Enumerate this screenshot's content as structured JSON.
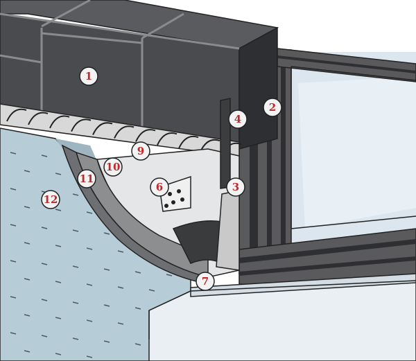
{
  "colors": {
    "background": "#ffffff",
    "block": "#4a4b4e",
    "block_dark": "#2e2f32",
    "mortar": "#8a8b8d",
    "frame_wood": "#5a5a5c",
    "glass": "#dbe6ee",
    "wall_plaster": "#b6ccd6",
    "wall_shade": "#9fb6c2",
    "sill": "#e9eff3",
    "insulation": "#e4e6e8",
    "mesh": "#8d8e90",
    "callout_fill": "#f3f3f3",
    "callout_text": "#c0282a",
    "outline": "#222222"
  },
  "callouts": [
    {
      "id": "1",
      "label": "1"
    },
    {
      "id": "2",
      "label": "2"
    },
    {
      "id": "3",
      "label": "3"
    },
    {
      "id": "4",
      "label": "4"
    },
    {
      "id": "6",
      "label": "6"
    },
    {
      "id": "7",
      "label": "7"
    },
    {
      "id": "9",
      "label": "9"
    },
    {
      "id": "10",
      "label": "10"
    },
    {
      "id": "11",
      "label": "11"
    },
    {
      "id": "12",
      "label": "12"
    }
  ]
}
